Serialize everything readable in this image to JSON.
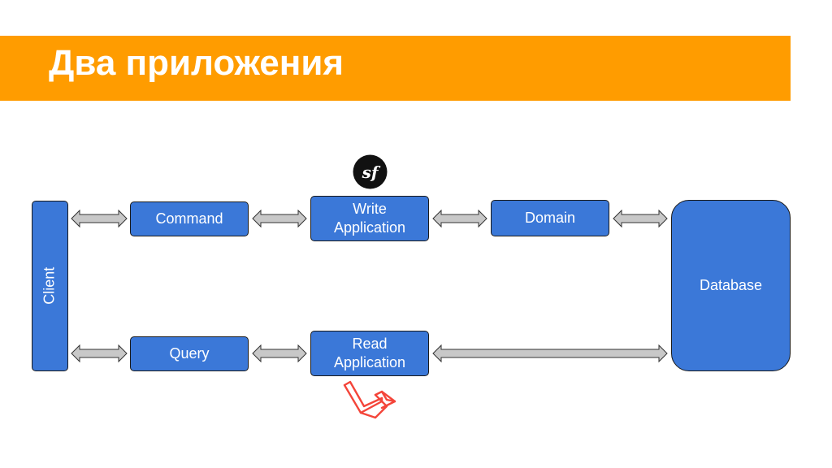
{
  "slide": {
    "title": "Два приложения"
  },
  "diagram": {
    "nodes": {
      "client": "Client",
      "command": "Command",
      "query": "Query",
      "write_app": "Write\nApplication",
      "read_app": "Read\nApplication",
      "domain": "Domain",
      "database": "Database"
    },
    "logos": {
      "write_app_logo": "sf",
      "read_app_logo": "laravel-logo"
    },
    "edges": [
      {
        "from": "client",
        "to": "command",
        "direction": "both"
      },
      {
        "from": "command",
        "to": "write_app",
        "direction": "both"
      },
      {
        "from": "write_app",
        "to": "domain",
        "direction": "both"
      },
      {
        "from": "domain",
        "to": "database",
        "direction": "both"
      },
      {
        "from": "client",
        "to": "query",
        "direction": "both"
      },
      {
        "from": "query",
        "to": "read_app",
        "direction": "both"
      },
      {
        "from": "read_app",
        "to": "database",
        "direction": "both"
      }
    ],
    "colors": {
      "node_fill": "#3b78d8",
      "arrow_fill": "#c8c8c8",
      "title_bar": "#ff9c00",
      "laravel_red": "#f4453a"
    }
  }
}
